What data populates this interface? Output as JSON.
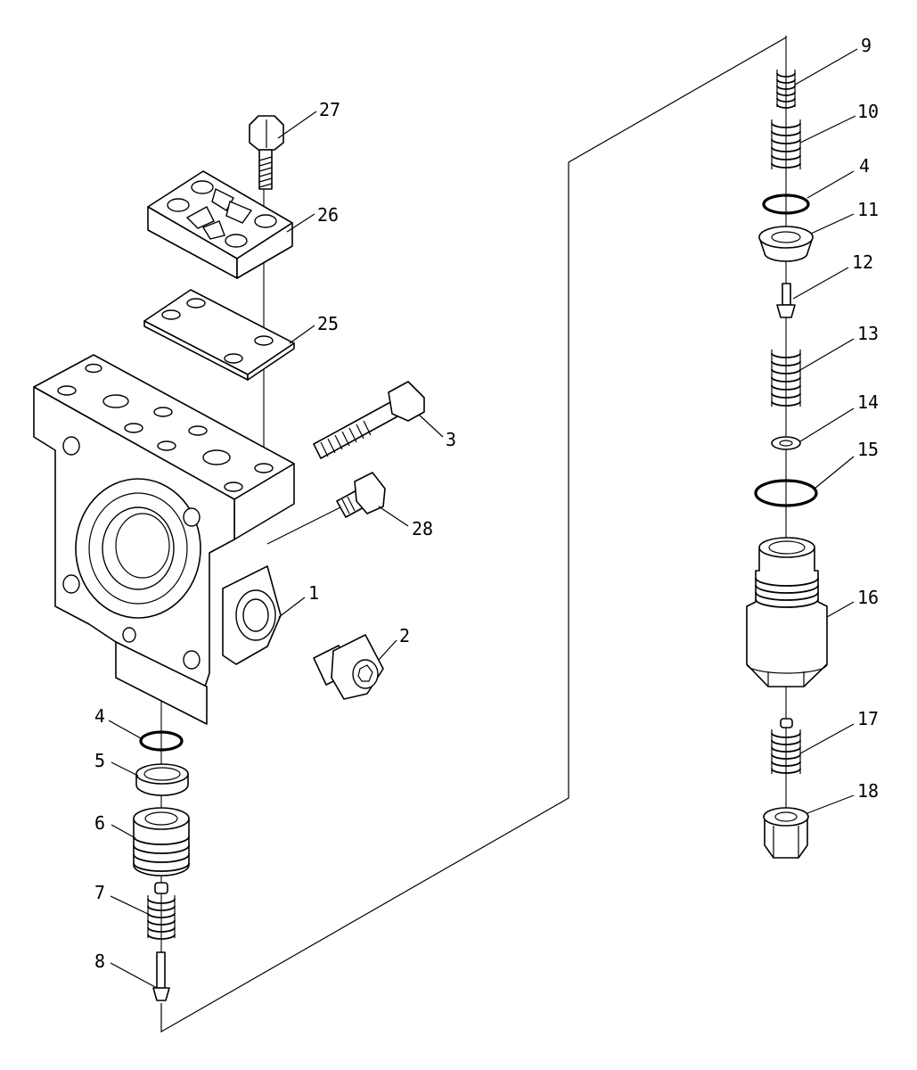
{
  "callouts": {
    "c1": "1",
    "c2": "2",
    "c3": "3",
    "c4a": "4",
    "c4b": "4",
    "c5": "5",
    "c6": "6",
    "c7": "7",
    "c8": "8",
    "c9": "9",
    "c10": "10",
    "c11": "11",
    "c12": "12",
    "c13": "13",
    "c14": "14",
    "c15": "15",
    "c16": "16",
    "c17": "17",
    "c18": "18",
    "c25": "25",
    "c26": "26",
    "c27": "27",
    "c28": "28"
  },
  "colors": {
    "line": "#000000",
    "background": "#ffffff"
  }
}
